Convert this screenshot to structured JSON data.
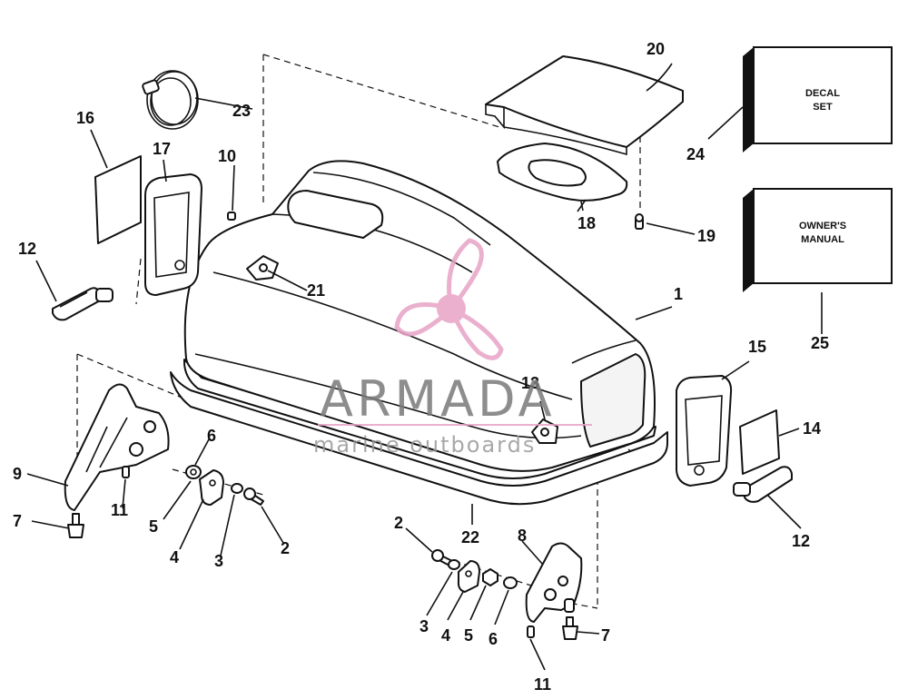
{
  "watermark": {
    "brand": "ARMADA",
    "tagline": "marine outboards",
    "logo_icon": "propeller-icon",
    "logo_color": "#e7a3c6"
  },
  "boxes": {
    "decal": [
      "DECAL",
      "SET"
    ],
    "manual": [
      "OWNER'S",
      "MANUAL"
    ]
  },
  "callouts": {
    "n1": "1",
    "n2a": "2",
    "n2b": "2",
    "n3a": "3",
    "n3b": "3",
    "n4a": "4",
    "n4b": "4",
    "n5a": "5",
    "n5b": "5",
    "n6a": "6",
    "n6b": "6",
    "n7a": "7",
    "n7b": "7",
    "n8": "8",
    "n9": "9",
    "n10": "10",
    "n11a": "11",
    "n11b": "11",
    "n12a": "12",
    "n12b": "12",
    "n13": "13",
    "n14": "14",
    "n15": "15",
    "n16": "16",
    "n17": "17",
    "n18": "18",
    "n19": "19",
    "n20": "20",
    "n21": "21",
    "n22": "22",
    "n23": "23",
    "n24": "24",
    "n25": "25"
  }
}
